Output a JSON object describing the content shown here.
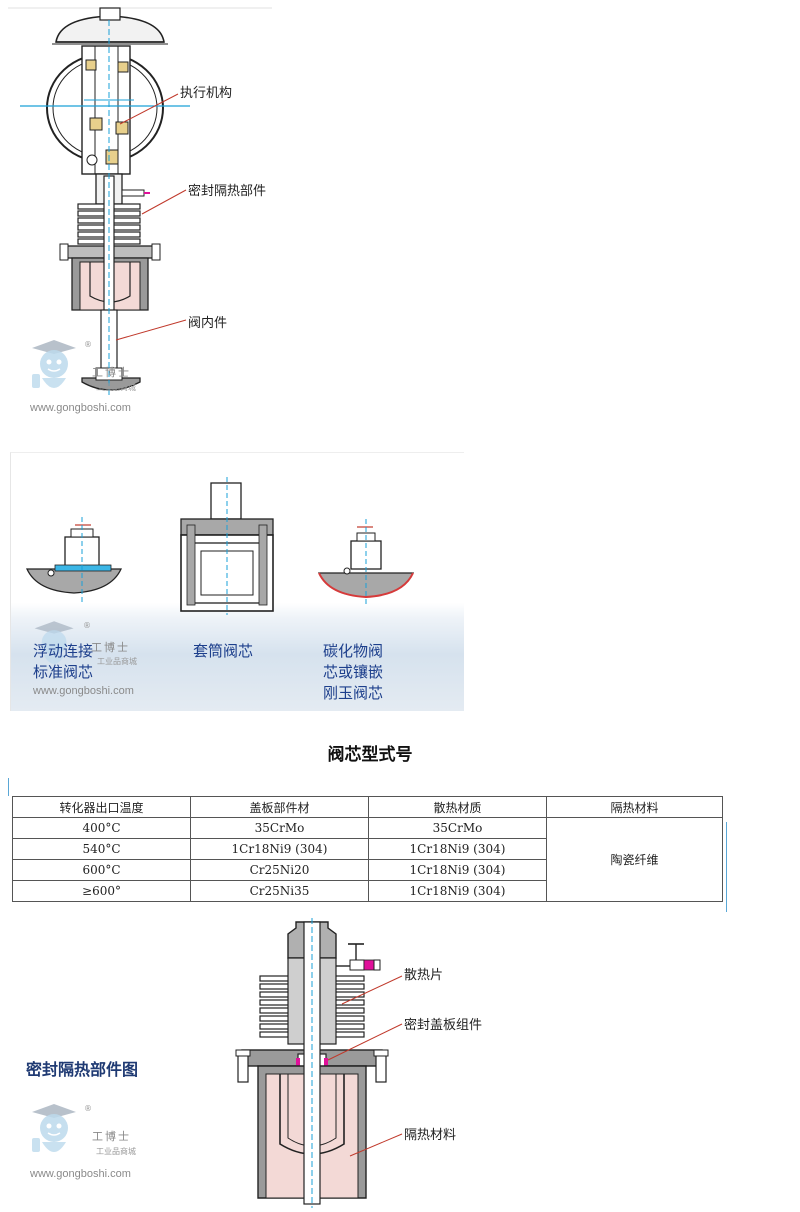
{
  "actuator_diagram": {
    "callouts": {
      "actuator": "执行机构",
      "seal_insulation": "密封隔热部件",
      "valve_internals": "阀内件"
    }
  },
  "valve_core_panel": {
    "labels": {
      "floating": "浮动连接\n标准阀芯",
      "sleeve": "套筒阀芯",
      "carbide": "碳化物阀\n芯或镶嵌\n刚玉阀芯"
    }
  },
  "core_type_title": "阀芯型式号",
  "material_table": {
    "headers": [
      "转化器出口温度",
      "盖板部件材",
      "散热材质",
      "隔热材料"
    ],
    "rows": [
      [
        "400°C",
        "35CrMo",
        "35CrMo"
      ],
      [
        "540°C",
        "1Cr18Ni9 (304)",
        "1Cr18Ni9 (304)"
      ],
      [
        "600°C",
        "Cr25Ni20",
        "1Cr18Ni9 (304)"
      ],
      [
        "≥600°",
        "Cr25Ni35",
        "1Cr18Ni9 (304)"
      ]
    ],
    "merged_insulation": "陶瓷纤维"
  },
  "seal_diagram": {
    "title": "密封隔热部件图",
    "callouts": {
      "fins": "散热片",
      "bonnet": "密封盖板组件",
      "insulation": "隔热材料"
    }
  },
  "watermark": {
    "url": "www.gongboshi.com",
    "name": "工博士",
    "subtitle": "工业品商城",
    "registered": "®"
  },
  "colors": {
    "drawing_line": "#222222",
    "centerline": "#1aa0d8",
    "insulation_fill": "#f3d9d6",
    "seal_part": "#e0109a",
    "label_blue": "#1d3f8c"
  }
}
